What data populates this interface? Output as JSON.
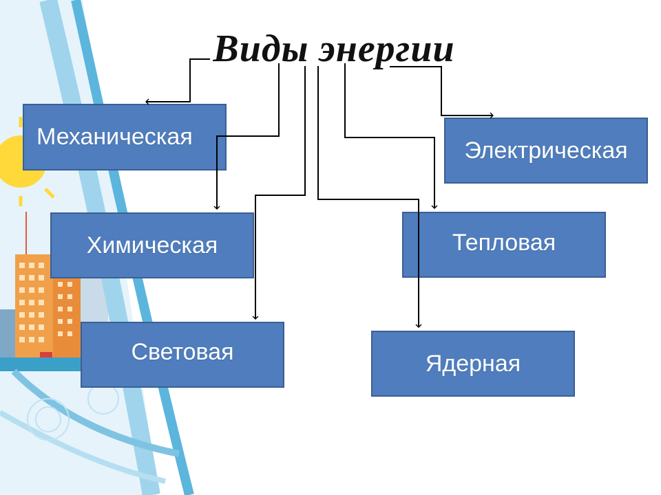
{
  "title": "Виды энергии",
  "boxes": {
    "mechanical": "Механическая",
    "electrical": "Электрическая",
    "chemical": "Химическая",
    "thermal": "Тепловая",
    "light": "Световая",
    "nuclear": "Ядерная"
  },
  "colors": {
    "box_fill": "#4f7dbd",
    "box_border": "#3a5f94",
    "box_text": "#ffffff",
    "connector": "#000000",
    "title_text": "#111111"
  }
}
